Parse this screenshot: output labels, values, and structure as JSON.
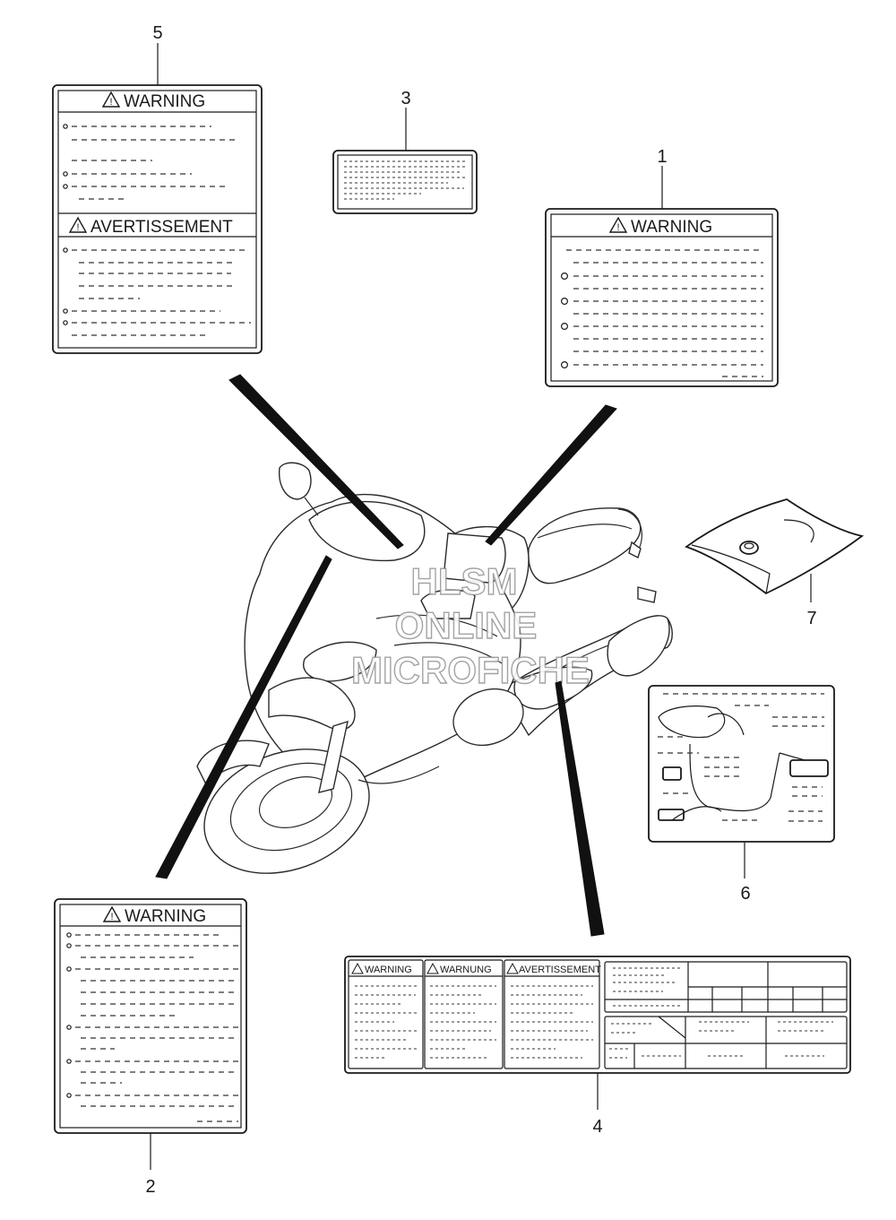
{
  "callouts": {
    "c1": "1",
    "c2": "2",
    "c3": "3",
    "c4": "4",
    "c5": "5",
    "c6": "6",
    "c7": "7"
  },
  "labels": {
    "label5_top": "WARNING",
    "label5_bottom": "AVERTISSEMENT",
    "label1": "WARNING",
    "label2": "WARNING",
    "label4_col1": "WARNING",
    "label4_col2": "WARNUNG",
    "label4_col3": "AVERTISSEMENT"
  },
  "watermark": {
    "line1": "HLSM",
    "line2": "ONLINE",
    "line3": "MICROFICHE"
  },
  "icons": {
    "warning": "warning-triangle-icon"
  }
}
